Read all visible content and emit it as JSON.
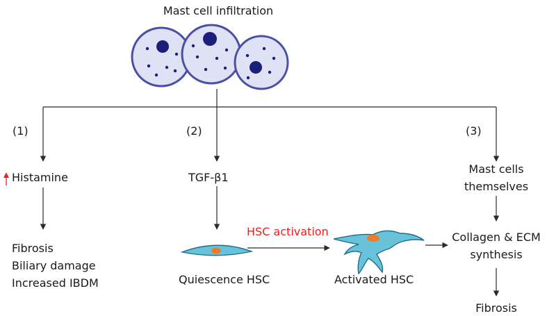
{
  "title": "Mast cell infiltration",
  "branches": {
    "b1": {
      "num": "(1)",
      "label": "Histamine",
      "outcomes": [
        "Fibrosis",
        "Biliary damage",
        "Increased IBDM"
      ]
    },
    "b2": {
      "num": "(2)",
      "label": "TGF-β1",
      "quiescent": "Quiescence HSC",
      "activation": "HSC activation",
      "activated": "Activated HSC"
    },
    "b3": {
      "num": "(3)",
      "label_line1": "Mast cells",
      "label_line2": "themselves",
      "synth_line1": "Collagen & ECM",
      "synth_line2": "synthesis",
      "result": "Fibrosis"
    }
  },
  "colors": {
    "cell_fill": "#dfe2f5",
    "cell_stroke": "#4a4fa5",
    "nucleus": "#1b1f7a",
    "hsc_fill": "#68c2d9",
    "hsc_stroke": "#1c6f8a",
    "hsc_nucleus": "#f07a2a",
    "accent_red": "#e8201c",
    "line": "#2a2a2a"
  }
}
